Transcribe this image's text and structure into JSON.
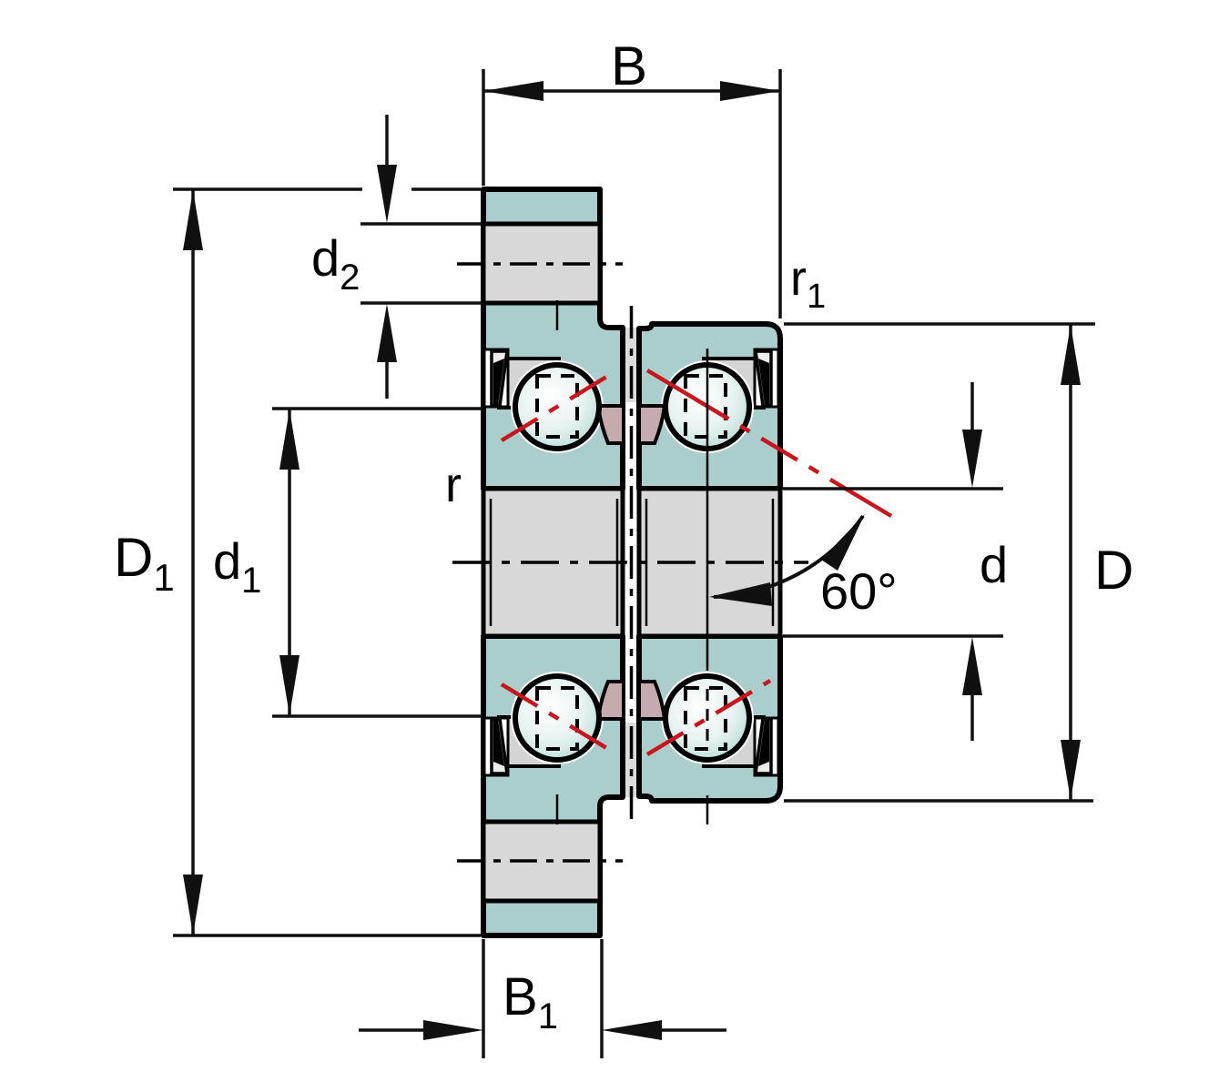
{
  "labels": {
    "B": {
      "main": "B",
      "sub": ""
    },
    "B1": {
      "main": "B",
      "sub": "1"
    },
    "D": {
      "main": "D",
      "sub": ""
    },
    "D1": {
      "main": "D",
      "sub": "1"
    },
    "d": {
      "main": "d",
      "sub": ""
    },
    "d1": {
      "main": "d",
      "sub": "1"
    },
    "d2": {
      "main": "d",
      "sub": "2"
    },
    "r": {
      "main": "r",
      "sub": ""
    },
    "r1": {
      "main": "r",
      "sub": "1"
    },
    "angle": {
      "main": "60°",
      "sub": ""
    }
  },
  "colors": {
    "background": "#ffffff",
    "outline": "#000000",
    "ring_teal": "#a9cecb",
    "washer_gray": "#d8d8d8",
    "split_gray": "#dcdcdc",
    "shoulder_gray": "#d4d4d4",
    "cage_pink": "#c5abb0",
    "ball_edge_teal": "#b4d9d4",
    "contact_red": "#c9151b",
    "dim_line": "#101010"
  }
}
